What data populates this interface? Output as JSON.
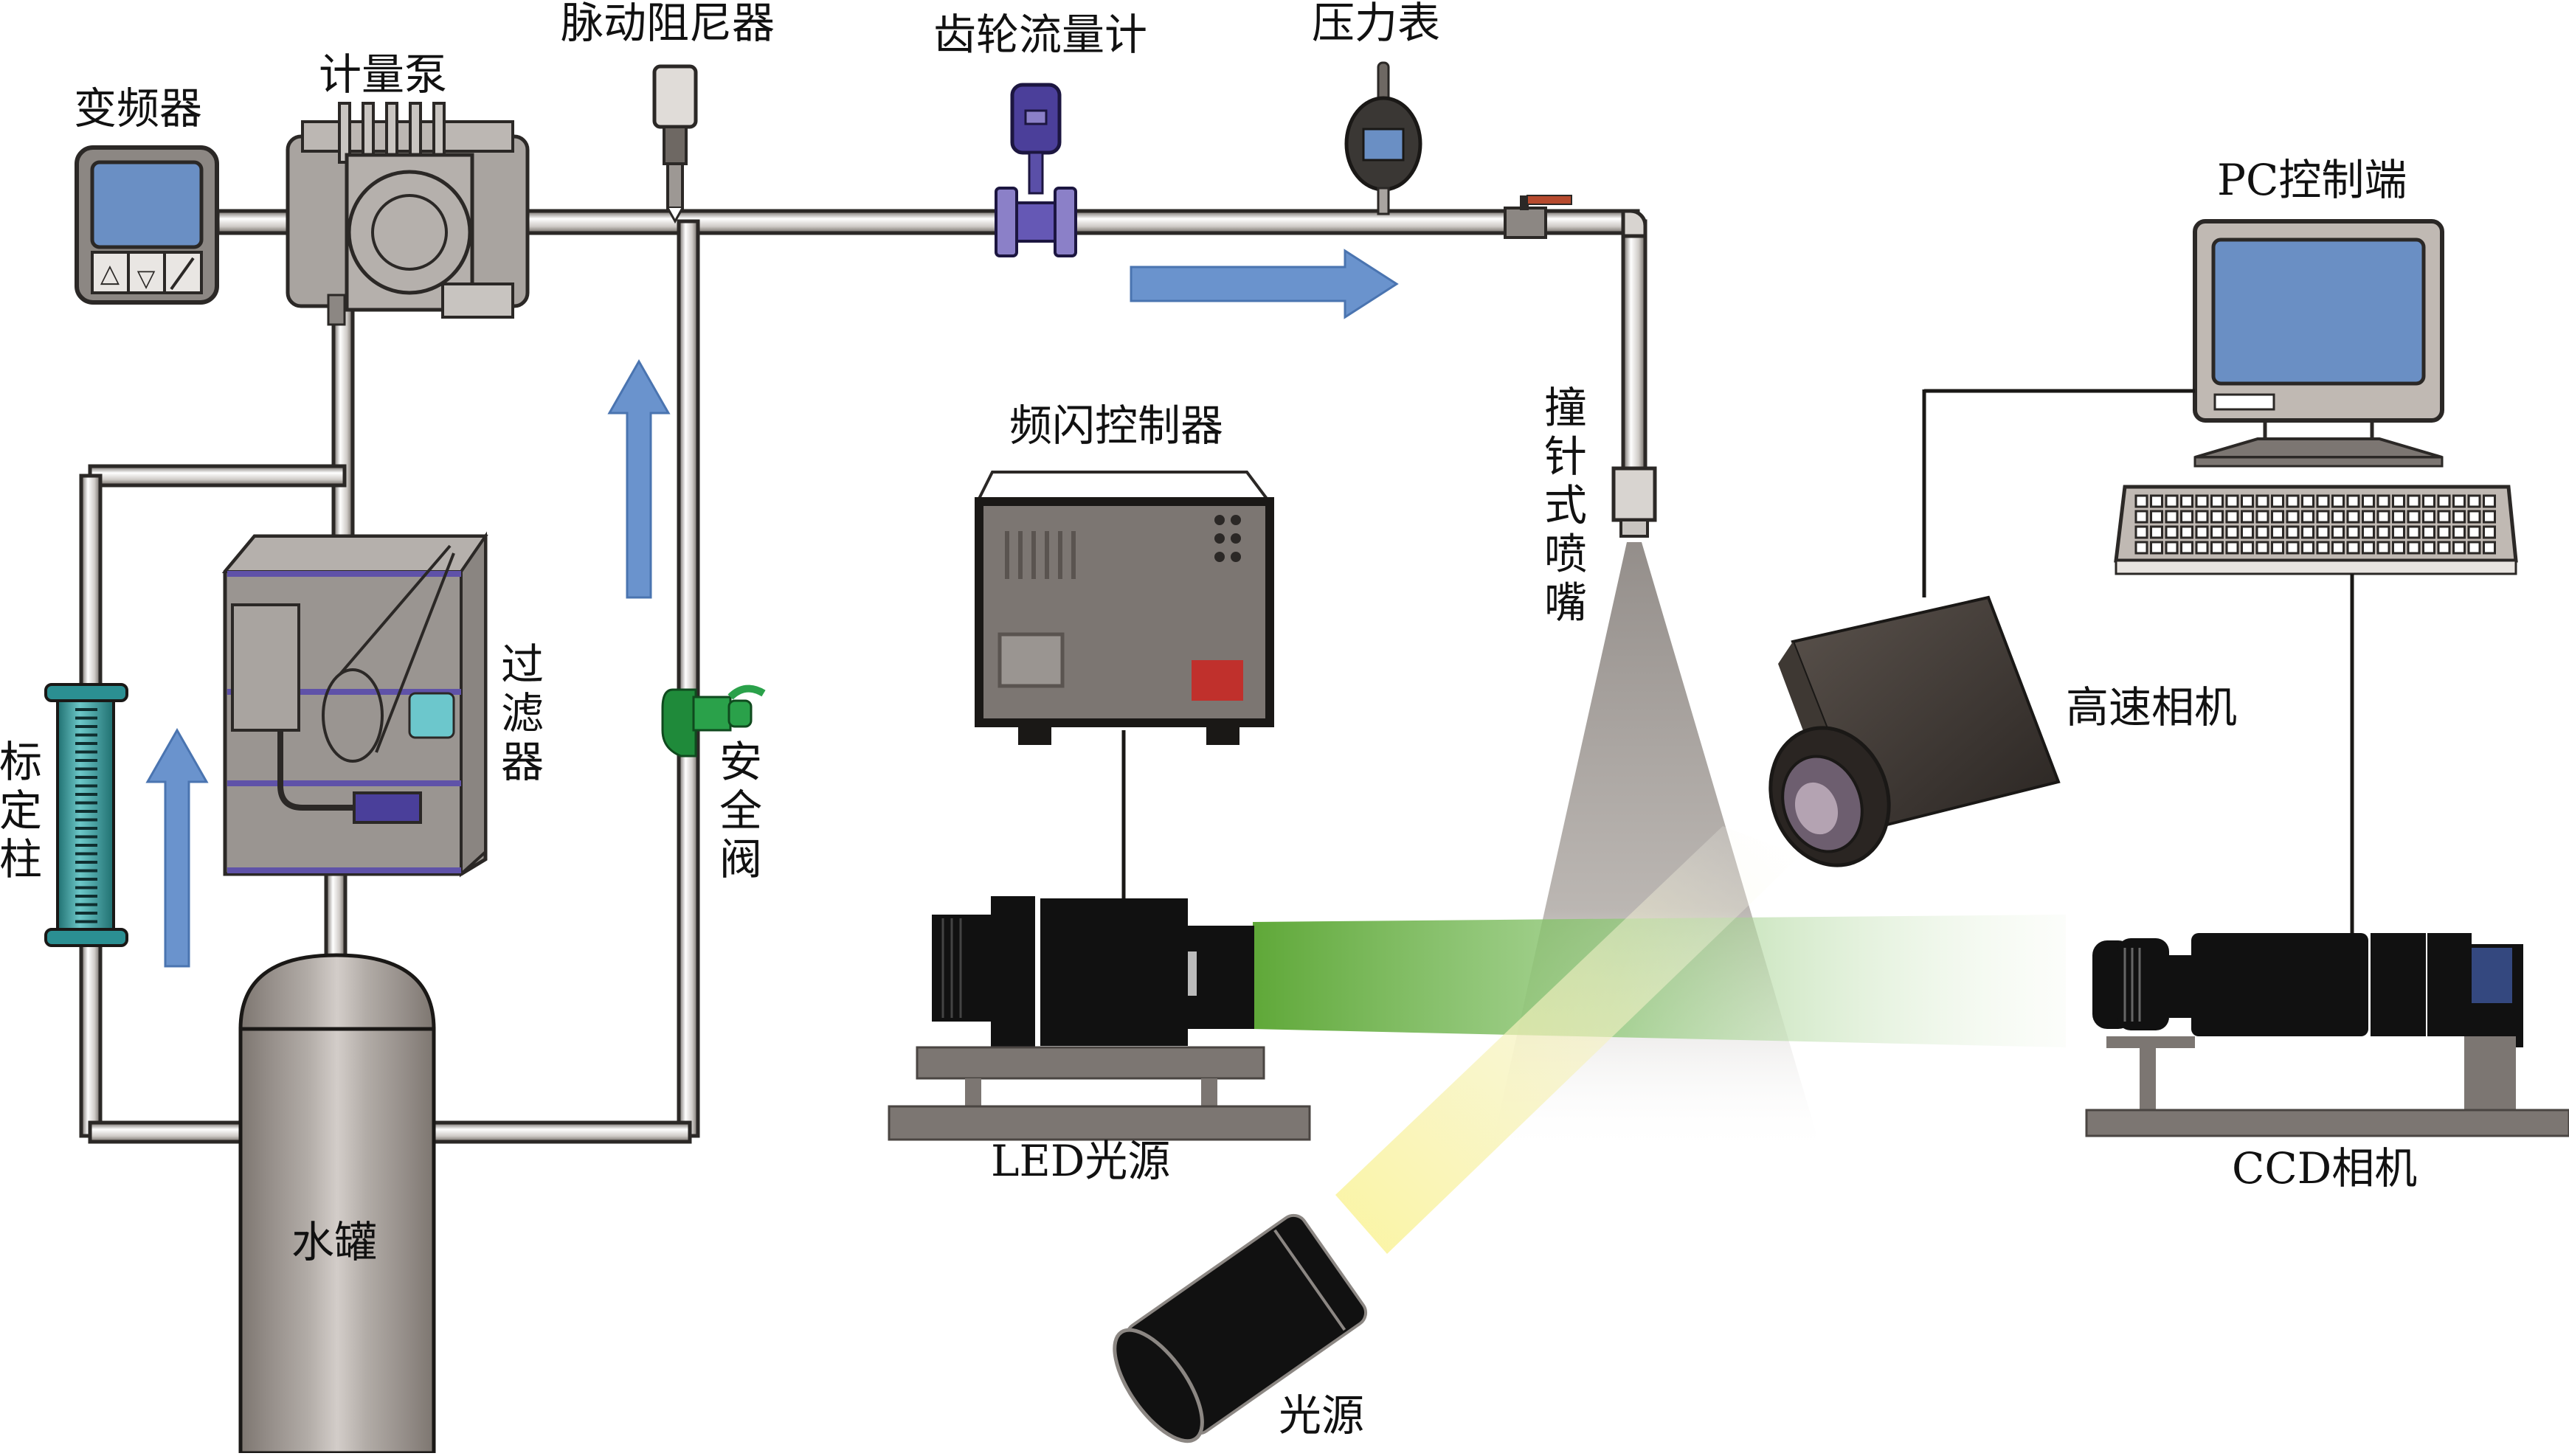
{
  "diagram": {
    "title": "Spray experiment system schematic",
    "components": {
      "inverter": {
        "label": "变频器"
      },
      "metering_pump": {
        "label": "计量泵"
      },
      "pulsation_damper": {
        "label": "脉动阻尼器"
      },
      "gear_flowmeter": {
        "label": "齿轮流量计"
      },
      "pressure_gauge": {
        "label": "压力表"
      },
      "pc_control": {
        "label": "PC控制端"
      },
      "strobe_controller": {
        "label": "频闪控制器"
      },
      "pintle_nozzle": {
        "label": "撞针式喷嘴"
      },
      "high_speed_camera": {
        "label": "高速相机"
      },
      "filter": {
        "label": "过滤器"
      },
      "safety_valve": {
        "label": "安全阀"
      },
      "calibration_column": {
        "label": "标定柱"
      },
      "led_light": {
        "label": "LED光源"
      },
      "ccd_camera": {
        "label": "CCD相机"
      },
      "light_source": {
        "label": "光源"
      },
      "water_tank": {
        "label": "水罐"
      }
    },
    "flow_arrows": [
      "right",
      "up",
      "up"
    ],
    "colors": {
      "pipe": "#d9d6d3",
      "pipe_outline": "#2b2826",
      "device_gray": "#8c8783",
      "screen_blue": "#6a8fc4",
      "arrow_blue": "#6a93cd",
      "flowmeter_purple": "#4b3f9a",
      "valve_green": "#1f8a3a",
      "column_teal": "#3aa5a8",
      "strobe_red": "#c0302c",
      "laser_green": "#6ab04a",
      "light_yellow": "#fbf6b0",
      "spray_gray": "#a59f9b",
      "ccd_blue": "#34487f"
    }
  }
}
